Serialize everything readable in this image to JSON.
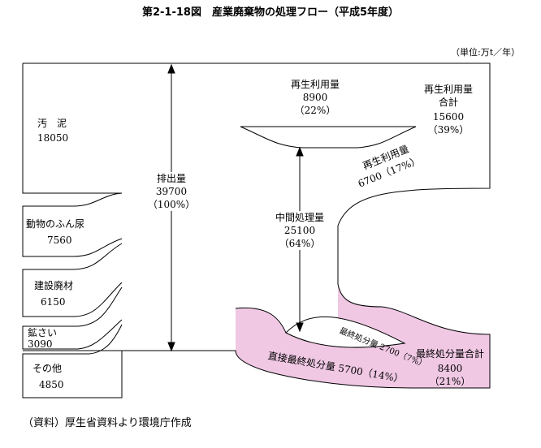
{
  "title": "第2-1-18図　産業廃棄物の処理フロー（平成5年度）",
  "unit": "（単位:万t／年）",
  "source": "（資料）厚生省資料より環境庁作成",
  "inputs": [
    {
      "name": "汚　泥",
      "value": "18050"
    },
    {
      "name": "動物のふん尿",
      "value": "7560"
    },
    {
      "name": "建設廃材",
      "value": "6150"
    },
    {
      "name": "鉱さい",
      "value": "3090"
    },
    {
      "name": "その他",
      "value": "4850"
    }
  ],
  "discharge": {
    "label": "排出量",
    "value": "39700",
    "pct": "（100%）"
  },
  "intermediate": {
    "label": "中間処理量",
    "value": "25100",
    "pct": "（64%）"
  },
  "recycle": {
    "label": "再生利用量",
    "value": "8900",
    "pct": "（22%）"
  },
  "recycle_total": {
    "label1": "再生利用量",
    "label2": "合計",
    "value": "15600",
    "pct": "（39%）"
  },
  "recycle_direct": {
    "label1": "再生利用量",
    "label2": "6700（17%）"
  },
  "final_after": {
    "label": "最終処分量 2700（7%）"
  },
  "final_direct": {
    "label": "直接最終処分量 5700（14%）"
  },
  "final_total": {
    "label": "最終処分量合計",
    "value": "8400",
    "pct": "（21%）"
  },
  "colors": {
    "final_fill": "#f0c8e4",
    "line": "#000000"
  }
}
